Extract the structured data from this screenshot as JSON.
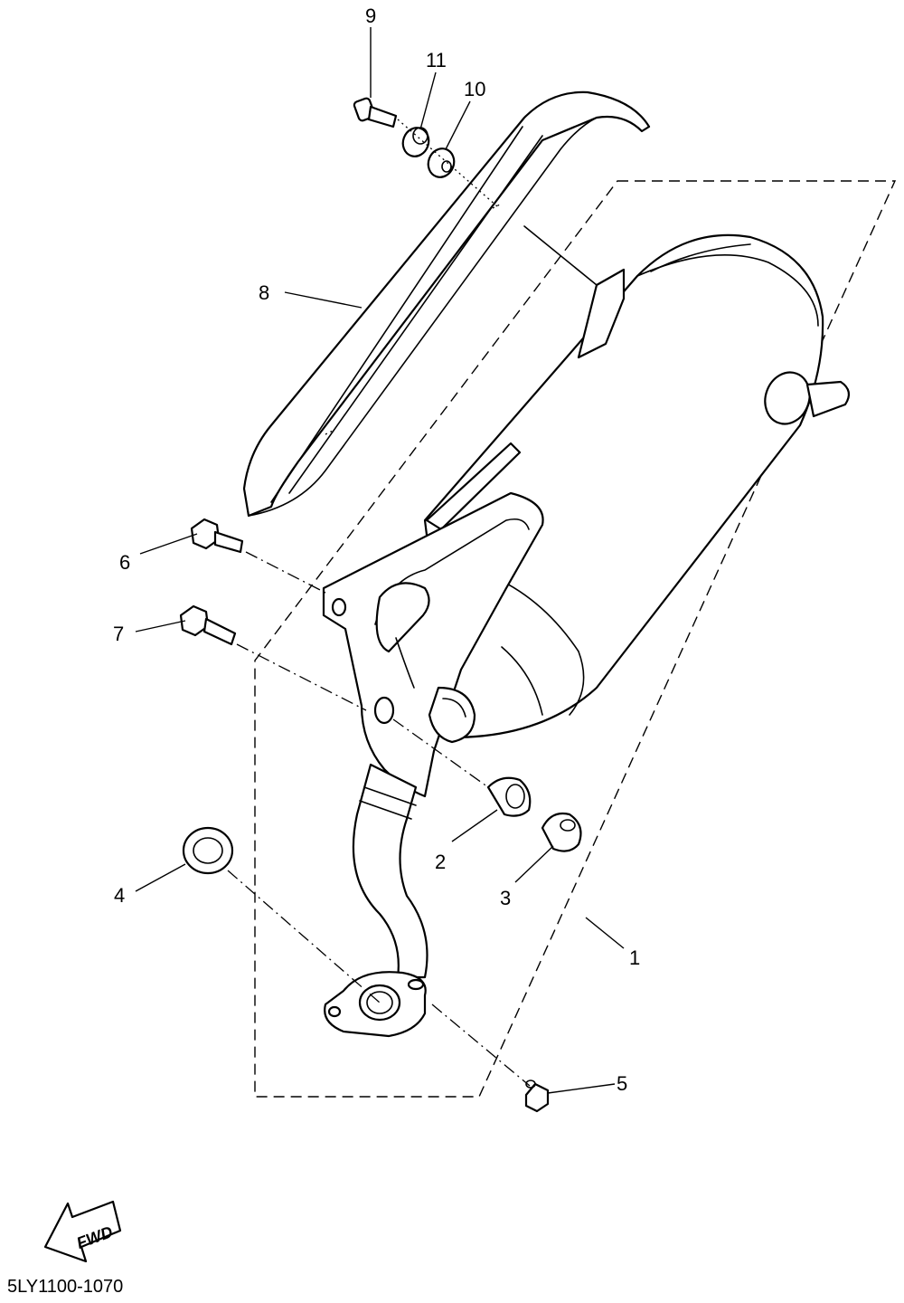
{
  "diagram_code": "5LY1100-1070",
  "fwd_label": "FWD",
  "callouts": [
    {
      "id": "1",
      "part": "muffler assembly"
    },
    {
      "id": "2",
      "part": "collar"
    },
    {
      "id": "3",
      "part": "collar"
    },
    {
      "id": "4",
      "part": "gasket"
    },
    {
      "id": "5",
      "part": "nut"
    },
    {
      "id": "6",
      "part": "bolt"
    },
    {
      "id": "7",
      "part": "bolt"
    },
    {
      "id": "8",
      "part": "protector"
    },
    {
      "id": "9",
      "part": "screw"
    },
    {
      "id": "10",
      "part": "grommet"
    },
    {
      "id": "11",
      "part": "collar"
    }
  ]
}
